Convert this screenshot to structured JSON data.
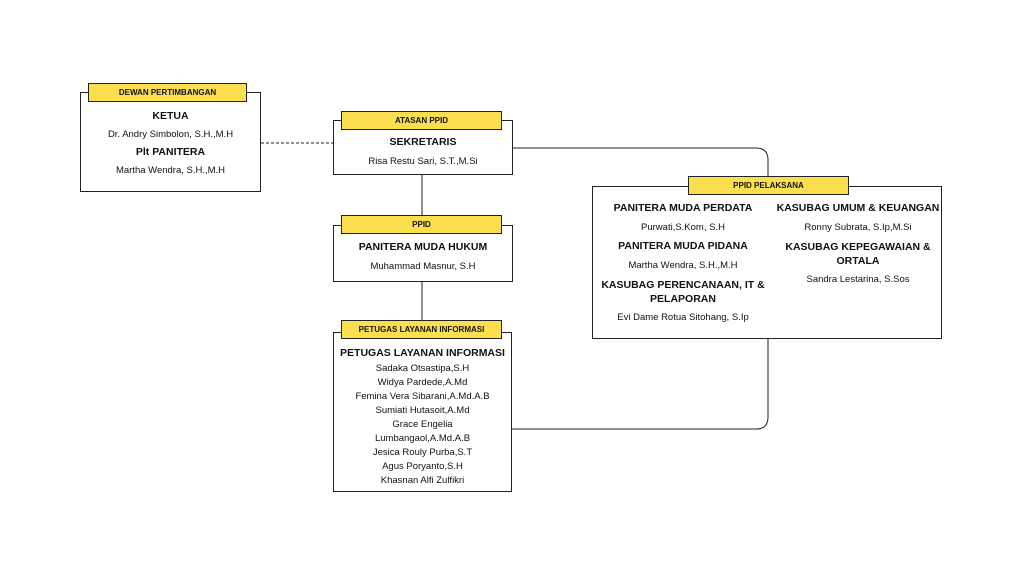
{
  "dewan": {
    "tag": "DEWAN PERTIMBANGAN",
    "role1": "KETUA",
    "name1": "Dr. Andry Simbolon, S.H.,M.H",
    "role2": "Plt PANITERA",
    "name2": "Martha Wendra, S.H.,M.H"
  },
  "atasan": {
    "tag": "ATASAN PPID",
    "role": "SEKRETARIS",
    "name": "Risa Restu Sari, S.T.,M.Si"
  },
  "ppid": {
    "tag": "PPID",
    "role": "PANITERA MUDA HUKUM",
    "name": "Muhammad Masnur, S.H"
  },
  "petugas": {
    "tag": "PETUGAS LAYANAN INFORMASI",
    "role": "PETUGAS LAYANAN INFORMASI",
    "names": [
      "Sadaka Otsastipa,S.H",
      "Widya Pardede,A.Md",
      "Femina Vera Sibarani,A.Md.A.B",
      "Sumiati Hutasoit,A.Md",
      "Grace Engelia",
      "Lumbangaol,A.Md.A.B",
      "Jesica Rouly Purba,S.T",
      "Agus Poryanto,S.H",
      "Khasnan Alfi Zulfikri"
    ]
  },
  "pelaksana": {
    "tag": "PPID PELAKSANA",
    "left": {
      "role1": "PANITERA MUDA PERDATA",
      "name1": "Purwati,S.Kom, S.H",
      "role2": "PANITERA MUDA PIDANA",
      "name2": "Martha Wendra, S.H.,M.H",
      "role3": "KASUBAG PERENCANAAN, IT & PELAPORAN",
      "name3": "Evi Dame Rotua Sitohang, S.Ip"
    },
    "right": {
      "role1": "KASUBAG UMUM & KEUANGAN",
      "name1": "Ronny Subrata, S.Ip,M.Si",
      "role2": "KASUBAG KEPEGAWAIAN & ORTALA",
      "name2": "Sandra Lestarina, S.Sos"
    }
  },
  "colors": {
    "tag_fill": "#fbdf4f",
    "line": "#222222",
    "background": "#ffffff"
  }
}
